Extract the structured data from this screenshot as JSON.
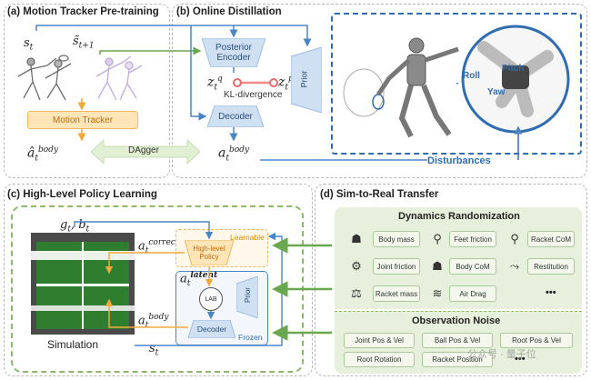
{
  "panel_a": {
    "title": "(a) Motion Tracker Pre-training",
    "s_t": "s",
    "s_t_sub": "t",
    "s_next": "s̃",
    "s_next_sub": "t+1",
    "tracker_label": "Motion Tracker",
    "a_hat": "â",
    "a_hat_sub": "t",
    "a_hat_sup": "body"
  },
  "panel_b": {
    "title": "(b) Online Distillation",
    "posterior_encoder": "Posterior Encoder",
    "decoder": "Decoder",
    "prior": "Prior",
    "zq": "z",
    "zq_sub": "t",
    "zq_sup": "q",
    "zp": "z",
    "zp_sub": "t",
    "zp_sup": "p",
    "kl": "KL-divergence",
    "dagger": "DAgger",
    "a_body": "a",
    "a_body_sub": "t",
    "a_body_sup": "body",
    "roll": "Roll",
    "pitch": "Pitch",
    "yaw": "Yaw",
    "disturbances": "Disturbances"
  },
  "panel_c": {
    "title": "(c) High-Level Policy Learning",
    "g_b": "g",
    "g_sub": "t",
    "b": "b",
    "b_sub": "t",
    "a_correct": "a",
    "a_correct_sub": "t",
    "a_correct_sup": "correct",
    "learnable": "Learnable",
    "high_level_policy": "High-level Policy",
    "a_latent": "a",
    "a_latent_sub": "t",
    "a_latent_sup": "latent",
    "lab": "LAB",
    "prior": "Prior",
    "decoder": "Decoder",
    "frozen": "Frozen",
    "a_body": "a",
    "a_body_sub": "t",
    "a_body_sup": "body",
    "simulation": "Simulation",
    "s_t": "s",
    "s_t_sub": "t"
  },
  "panel_d": {
    "title": "(d) Sim-to-Real Transfer",
    "dyn_title": "Dynamics Randomization",
    "dyn_items": [
      "Body mass",
      "Feet friction",
      "Racket CoM",
      "Joint friction",
      "Body CoM",
      "Restitution",
      "Racket mass",
      "Air Drag",
      "•••"
    ],
    "obs_title": "Observation Noise",
    "obs_items": [
      "Joint Pos & Vel",
      "Ball Pos & Vel",
      "Root Pos & Vel",
      "Root Rotation",
      "Racket Position",
      "•••"
    ],
    "watermark": "公众号 · 量子位"
  },
  "colors": {
    "orange_arrow": "#f2a93b",
    "blue_arrow": "#4a86c5",
    "green_arrow": "#6aa84f",
    "green_panel": "#e7f0dc",
    "green_border": "#8cb86a"
  }
}
